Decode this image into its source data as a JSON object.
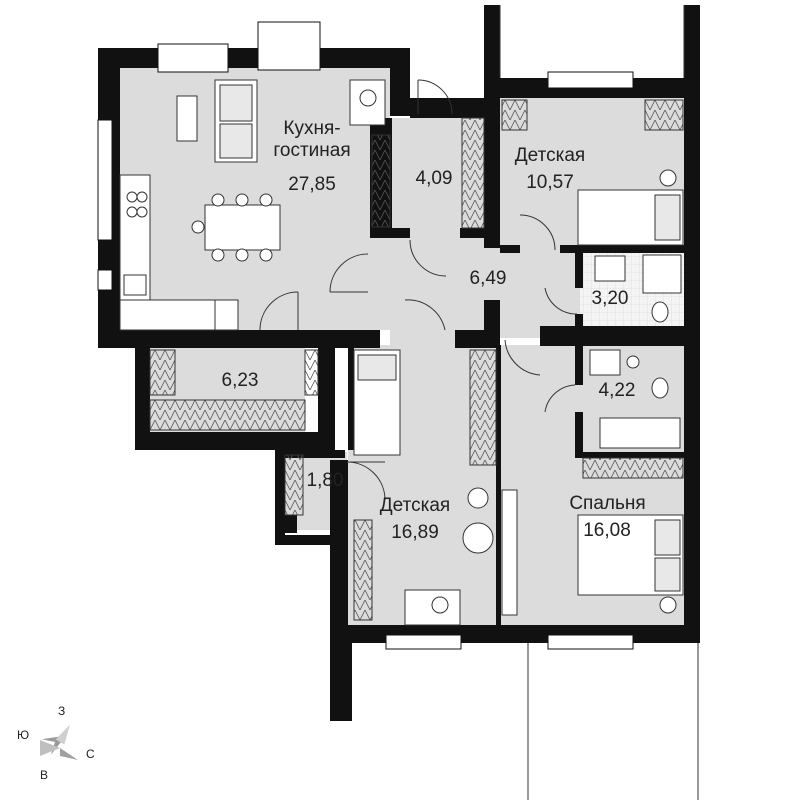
{
  "rooms": [
    {
      "id": "kitchen",
      "name": "Кухня-\nгостиная",
      "area": "27,85"
    },
    {
      "id": "hall-small",
      "name": "",
      "area": "4,09"
    },
    {
      "id": "kids-1",
      "name": "Детская",
      "area": "10,57"
    },
    {
      "id": "corridor",
      "name": "",
      "area": "6,49"
    },
    {
      "id": "bath-1",
      "name": "",
      "area": "3,20"
    },
    {
      "id": "loggia",
      "name": "",
      "area": "6,23"
    },
    {
      "id": "bath-2",
      "name": "",
      "area": "4,22"
    },
    {
      "id": "storage",
      "name": "",
      "area": "1,80"
    },
    {
      "id": "kids-2",
      "name": "Детская",
      "area": "16,89"
    },
    {
      "id": "bedroom",
      "name": "Спальня",
      "area": "16,08"
    }
  ],
  "compass": {
    "north": "С",
    "south": "Ю",
    "west": "З",
    "east": "В"
  },
  "colors": {
    "wall": "#111111",
    "floor": "#dcdcdc",
    "tile": "#f2f2f2",
    "furniture": "#ffffff",
    "line": "#333333"
  }
}
